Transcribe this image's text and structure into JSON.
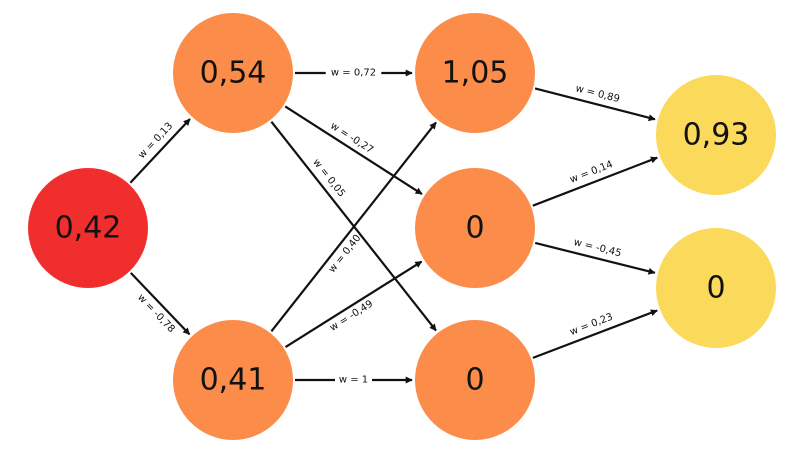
{
  "colors": {
    "input": "#f02e2e",
    "hidden": "#fb8c4a",
    "output": "#fbd95a",
    "edge": "#111111",
    "label_bg": "#ffffff"
  },
  "nodes": [
    {
      "id": "in1",
      "layer": "input",
      "value": "0,42"
    },
    {
      "id": "h1",
      "layer": "hidden1",
      "value": "0,54"
    },
    {
      "id": "h2",
      "layer": "hidden1",
      "value": "0,41"
    },
    {
      "id": "g1",
      "layer": "hidden2",
      "value": "1,05"
    },
    {
      "id": "g2",
      "layer": "hidden2",
      "value": "0"
    },
    {
      "id": "g3",
      "layer": "hidden2",
      "value": "0"
    },
    {
      "id": "o1",
      "layer": "output",
      "value": "0,93"
    },
    {
      "id": "o2",
      "layer": "output",
      "value": "0"
    }
  ],
  "edges": [
    {
      "from": "in1",
      "to": "h1",
      "label": "w = 0,13"
    },
    {
      "from": "in1",
      "to": "h2",
      "label": "w = -0,78"
    },
    {
      "from": "h1",
      "to": "g1",
      "label": "w = 0,72"
    },
    {
      "from": "h1",
      "to": "g2",
      "label": "w = -0,27"
    },
    {
      "from": "h1",
      "to": "g3",
      "label": "w = 0,05"
    },
    {
      "from": "h2",
      "to": "g1",
      "label": "w = 0,40"
    },
    {
      "from": "h2",
      "to": "g2",
      "label": "w = -0,49"
    },
    {
      "from": "h2",
      "to": "g3",
      "label": "w = 1"
    },
    {
      "from": "g1",
      "to": "o1",
      "label": "w = 0,89"
    },
    {
      "from": "g2",
      "to": "o1",
      "label": "w = 0,14"
    },
    {
      "from": "g2",
      "to": "o2",
      "label": "w = -0,45"
    },
    {
      "from": "g3",
      "to": "o2",
      "label": "w = 0,23"
    }
  ]
}
